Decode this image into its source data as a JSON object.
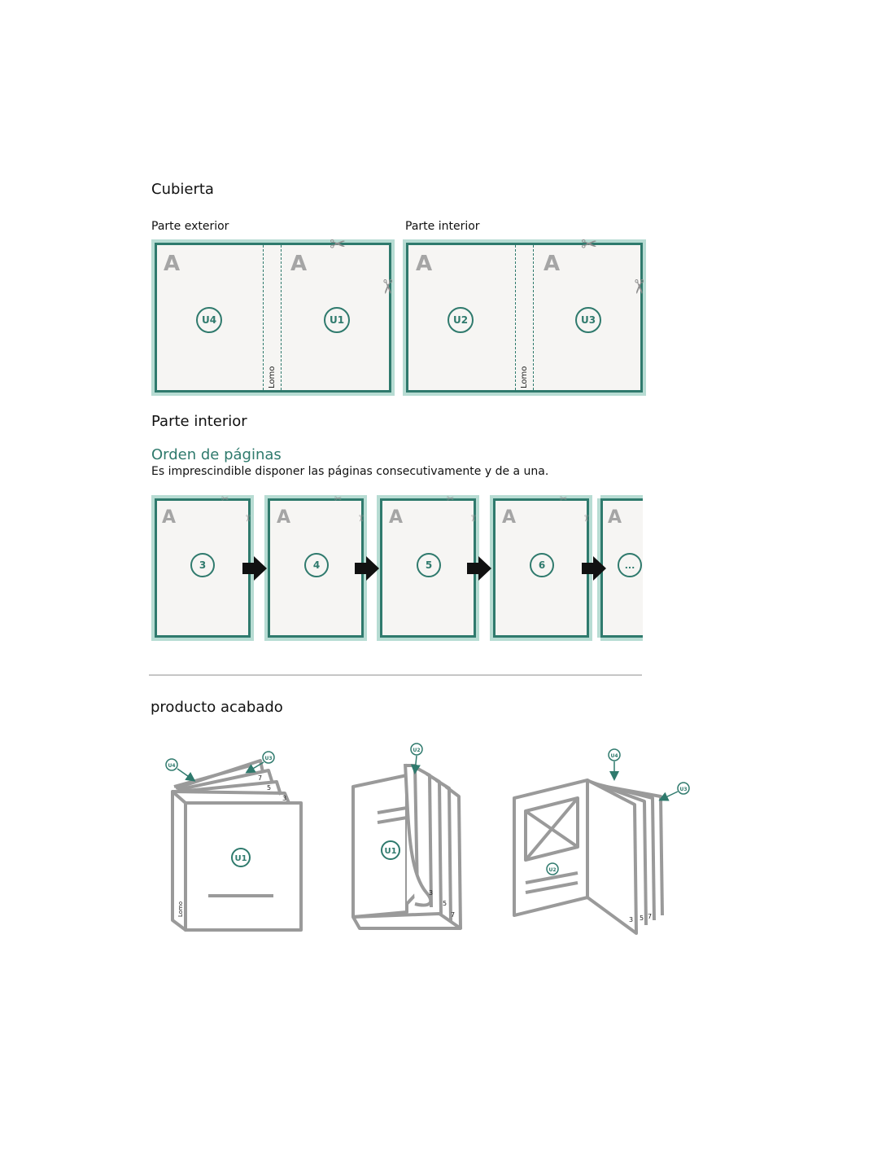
{
  "colors": {
    "accent": "#2f7a6d",
    "sheet_border_glow": "#b7dcd3",
    "sheet_fill": "#f6f5f3",
    "marker_gray": "#a5a5a5",
    "book_gray": "#9a9a9a"
  },
  "cover": {
    "title": "Cubierta",
    "outer": {
      "label": "Parte exterior",
      "left_page": "U4",
      "right_page": "U1",
      "spine": "Lomo",
      "marker": "A"
    },
    "inner": {
      "label": "Parte interior",
      "left_page": "U2",
      "right_page": "U3",
      "spine": "Lomo",
      "marker": "A"
    }
  },
  "interior": {
    "title": "Parte interior",
    "order_title": "Orden de páginas",
    "order_note": "Es imprescindible disponer las páginas consecutivamente y de a una.",
    "pages": [
      "3",
      "4",
      "5",
      "6",
      "..."
    ],
    "marker": "A"
  },
  "finished": {
    "title": "producto acabado",
    "book1": {
      "u4": "U4",
      "u3": "U3",
      "u1": "U1",
      "spine": "Lomo",
      "pages": [
        "7",
        "5",
        "3"
      ]
    },
    "book2": {
      "u2": "U2",
      "u1": "U1",
      "pages": [
        "3",
        "5",
        "7"
      ]
    },
    "book3": {
      "u4": "U4",
      "u3": "U3",
      "u2": "U2",
      "pages": [
        "3",
        "5",
        "7"
      ]
    }
  },
  "icons": [
    "scissors-icon",
    "arrow-right-icon"
  ]
}
